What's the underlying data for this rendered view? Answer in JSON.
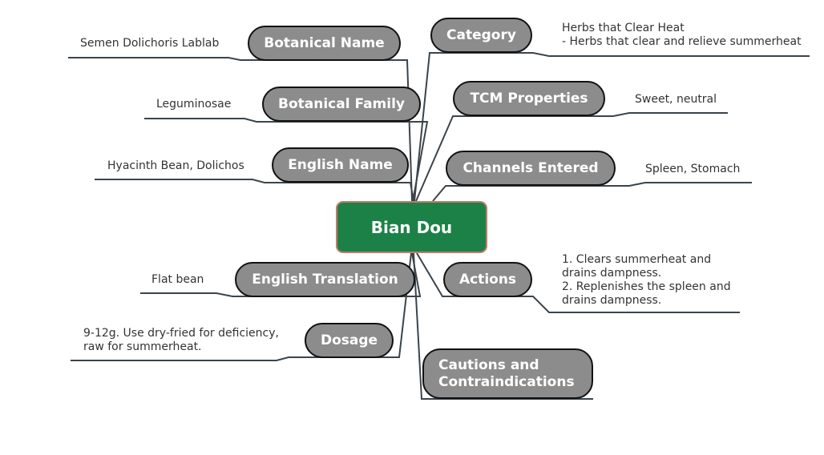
{
  "root": {
    "label": "Bian Dou",
    "fill": "#1c8146",
    "border": "#c47a6a"
  },
  "branches": {
    "botanical_name": {
      "label": "Botanical Name",
      "value": "Semen Dolichoris Lablab"
    },
    "botanical_family": {
      "label": "Botanical Family",
      "value": "Leguminosae"
    },
    "english_name": {
      "label": "English Name",
      "value": "Hyacinth Bean, Dolichos"
    },
    "english_translation": {
      "label": "English Translation",
      "value": "Flat bean"
    },
    "dosage": {
      "label": "Dosage",
      "value": "9-12g. Use dry-fried for deficiency,\nraw for summerheat."
    },
    "category": {
      "label": "Category",
      "value": "Herbs that Clear Heat\n- Herbs that clear and relieve summerheat"
    },
    "tcm_properties": {
      "label": "TCM Properties",
      "value": "Sweet, neutral"
    },
    "channels_entered": {
      "label": "Channels Entered",
      "value": "Spleen, Stomach"
    },
    "actions": {
      "label": "Actions",
      "value": "1. Clears summerheat and\ndrains dampness.\n2. Replenishes the spleen and\ndrains dampness."
    },
    "cautions": {
      "label": "Cautions and\nContraindications",
      "value": ""
    }
  },
  "colors": {
    "node_fill": "#8c8c8c",
    "line": "#3b444b"
  }
}
